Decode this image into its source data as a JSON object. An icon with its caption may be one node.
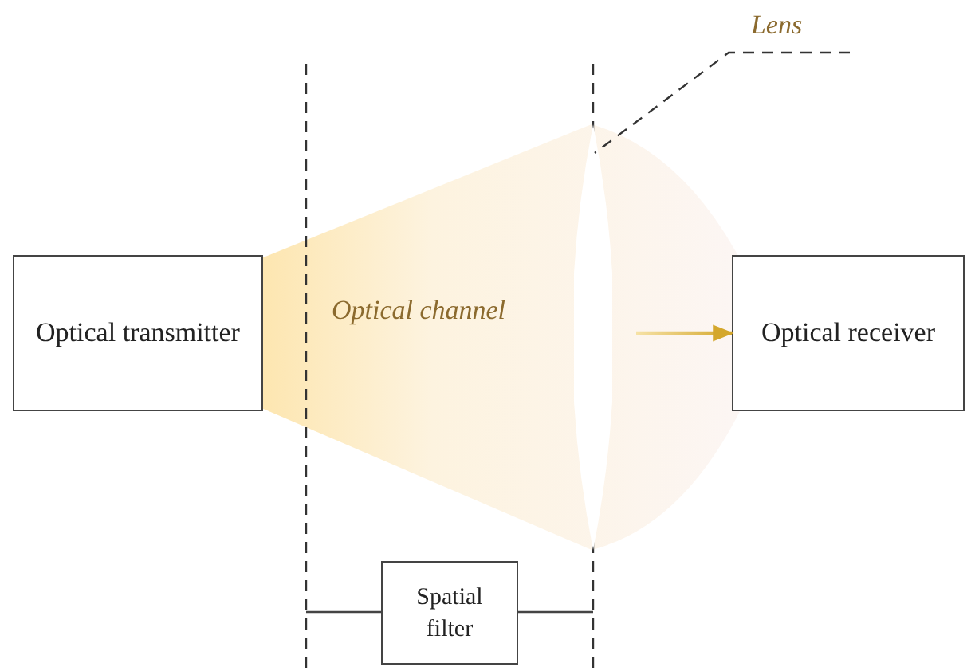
{
  "diagram": {
    "nodes": [
      {
        "text": [
          "Optical transmitter"
        ]
      },
      {
        "text": [
          "Lens"
        ]
      },
      {
        "text": [],
        "shape": "lens"
      },
      {
        "text": [
          "Optical receiver"
        ]
      },
      {
        "text": [
          "Spatial filter"
        ]
      }
    ],
    "edges": [
      {
        "from": 1,
        "to": 2,
        "arrow": "none",
        "style": "dashed"
      },
      {
        "from": null,
        "to": 3,
        "arrow": "to",
        "color": "#d4a72c"
      }
    ],
    "labels": [
      "Optical channel"
    ]
  }
}
